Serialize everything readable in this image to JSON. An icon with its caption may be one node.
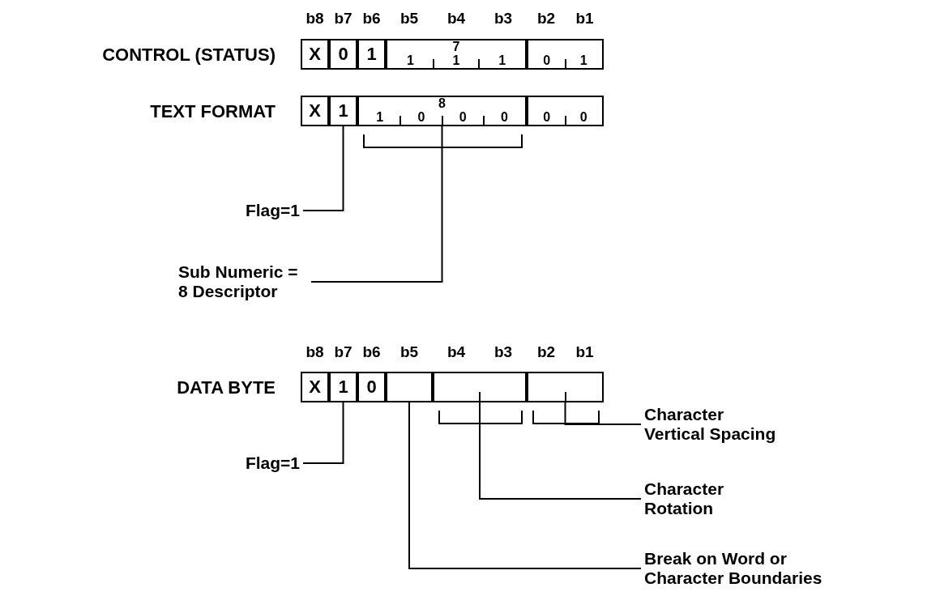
{
  "diagram": {
    "nodes": [
      {
        "text": [
          "X"
        ]
      },
      {
        "text": [
          "0"
        ]
      },
      {
        "text": [
          "1"
        ]
      },
      {
        "text": [
          "7",
          "1",
          "1",
          "1"
        ]
      },
      {
        "text": [
          "0",
          "1"
        ]
      },
      {
        "text": [
          "X"
        ]
      },
      {
        "text": [
          "1"
        ]
      },
      {
        "text": [
          "8",
          "1",
          "0",
          "0",
          "0"
        ]
      },
      {
        "text": [
          "0",
          "0"
        ]
      },
      {
        "text": [
          "X"
        ]
      },
      {
        "text": [
          "1"
        ]
      },
      {
        "text": [
          "0"
        ]
      },
      {
        "text": [],
        "shape": "box"
      },
      {
        "text": [],
        "shape": "box"
      },
      {
        "text": [],
        "shape": "box"
      },
      {
        "text": [
          "Flag=1"
        ]
      },
      {
        "text": [
          "Sub Numeric = 8 Descriptor"
        ]
      },
      {
        "text": [
          "Flag=1"
        ]
      },
      {
        "text": [
          "Character Vertical Spacing"
        ]
      },
      {
        "text": [
          "Character Rotation"
        ]
      },
      {
        "text": [
          "Break on Word or Character Boundaries"
        ]
      }
    ],
    "edges": [
      {
        "from": 15,
        "to": 6,
        "arrow": "none"
      },
      {
        "from": 16,
        "to": 7,
        "arrow": "none"
      },
      {
        "from": 17,
        "to": 10,
        "arrow": "none"
      },
      {
        "from": 18,
        "to": 14,
        "arrow": "none"
      },
      {
        "from": 19,
        "to": 13,
        "arrow": "none"
      },
      {
        "from": 20,
        "to": 12,
        "arrow": "none"
      }
    ],
    "labels": [
      "b8",
      "b7",
      "b6",
      "b5",
      "b4",
      "b3",
      "b2",
      "b1",
      "CONTROL (STATUS)",
      "TEXT FORMAT",
      "b8",
      "b7",
      "b6",
      "b5",
      "b4",
      "b3",
      "b2",
      "b1",
      "DATA BYTE"
    ]
  }
}
